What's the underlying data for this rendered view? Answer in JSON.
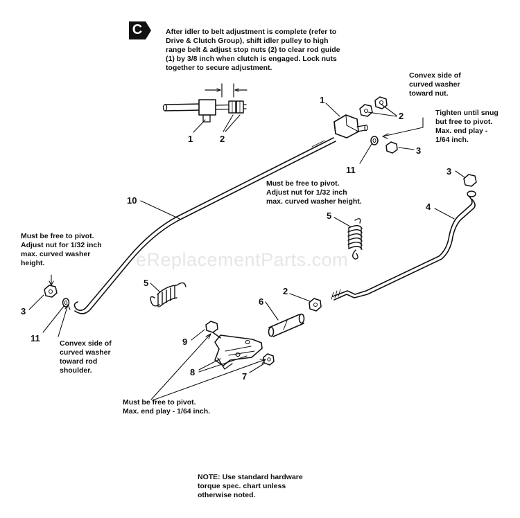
{
  "watermark": "eReplacementParts.com",
  "badge": {
    "letter": "C"
  },
  "notes": {
    "top_instruction": [
      "After idler to belt adjustment is complete (refer to",
      "Drive & Clutch Group), shift idler pulley to high",
      "range belt & adjust stop nuts (2) to clear rod guide",
      "(1) by 3/8 inch when clutch is engaged. Lock nuts",
      "together to secure adjustment."
    ],
    "convex_top": [
      "Convex side of",
      "curved washer",
      "toward nut."
    ],
    "tighten": [
      "Tighten until snug",
      "but free to pivot.",
      "Max. end play -",
      "1/64 inch."
    ],
    "pivot_center": [
      "Must be free to pivot.",
      "Adjust nut for 1/32 inch",
      "max. curved washer height."
    ],
    "pivot_left": [
      "Must be free to pivot.",
      "Adjust nut for 1/32 inch",
      "max. curved washer",
      "height."
    ],
    "convex_left": [
      "Convex side of",
      "curved washer",
      "toward rod",
      "shoulder."
    ],
    "pivot_bottom": [
      "Must be free to pivot.",
      "Max. end play - 1/64 inch."
    ],
    "footnote": [
      "NOTE: Use standard hardware",
      "torque spec. chart unless",
      "otherwise noted."
    ]
  },
  "callouts": {
    "c1_detail": "1",
    "c2_detail": "2",
    "c1_guide": "1",
    "c2_nuts": "2",
    "c3_top": "3",
    "c11_top": "11",
    "c3_right": "3",
    "c4": "4",
    "c5_top": "5",
    "c10": "10",
    "c3_left": "3",
    "c11_left": "11",
    "c5_left": "5",
    "c2_mid": "2",
    "c6": "6",
    "c9": "9",
    "c8": "8",
    "c7": "7"
  }
}
